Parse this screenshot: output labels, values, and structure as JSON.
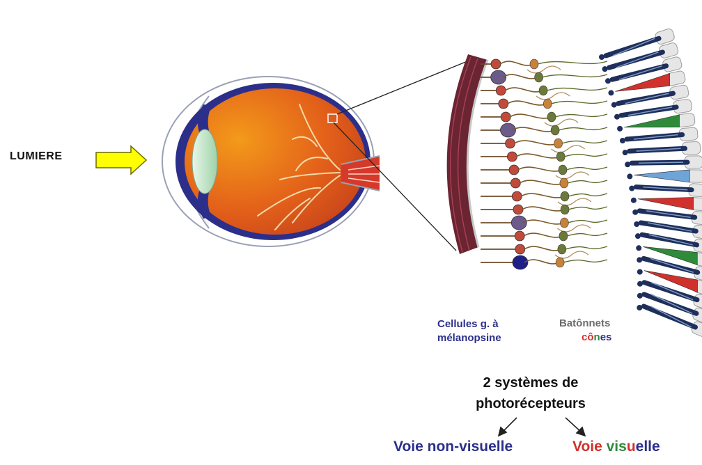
{
  "labels": {
    "light": "LUMIERE",
    "ganglion_line1": "Cellules g. à",
    "ganglion_line2": "mélanopsine",
    "rods": "Batônnets",
    "cones": [
      "c",
      "ô",
      "n",
      "e",
      "s"
    ],
    "systems_line1": "2 systèmes de",
    "systems_line2": "photorécepteurs",
    "pathway_nonvisual": "Voie non-visuelle",
    "pathway_visual": [
      "Voie ",
      "vis",
      "u",
      "elle"
    ]
  },
  "colors": {
    "arrow_fill": "#ffff00",
    "sclera_blue": "#2b2f8a",
    "retina_orange": "#e0620f",
    "lens": "#bfe7c8",
    "choroid": "#6b2431",
    "cone_red": "#d0312d",
    "cone_green": "#2f8a3a",
    "cone_blue": "#6fa4d8",
    "rod_navy": "#1f2f5c"
  }
}
